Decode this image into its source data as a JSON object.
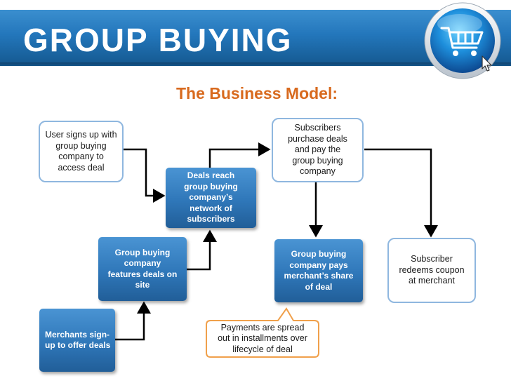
{
  "header": {
    "title": "GROUP BUYING",
    "subtitle": "The Business Model:",
    "icon": "shopping-cart-icon"
  },
  "nodes": {
    "user_signup": "User signs up with\ngroup buying\ncompany to\naccess deal",
    "subscribers_purchase": "Subscribers\npurchase deals\nand pay the\ngroup buying\ncompany",
    "deals_reach": "Deals reach\ngroup buying\ncompany’s\nnetwork of\nsubscribers",
    "features_deals": "Group buying\ncompany\nfeatures deals on\nsite",
    "company_pays": "Group buying\ncompany pays\nmerchant’s share\nof deal",
    "redeems_coupon": "Subscriber\nredeems coupon\nat merchant",
    "merchants_signup": "Merchants sign-\nup to offer deals"
  },
  "callout": {
    "text": "Payments are spread\nout in installments over\nlifecycle of deal"
  },
  "colors": {
    "banner": "#2376bb",
    "subtitle": "#d86a1e",
    "box_border": "#8fb7df",
    "node_fill": "#2f77b9",
    "connector": "#000000"
  }
}
